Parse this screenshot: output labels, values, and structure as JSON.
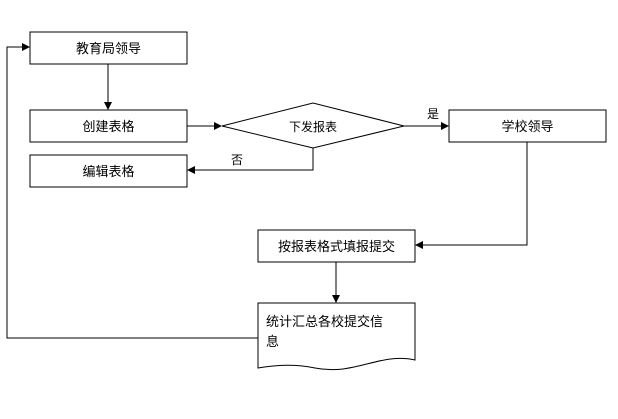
{
  "nodes": {
    "edu_leader": "教育局领导",
    "create_form": "创建表格",
    "edit_form": "编辑表格",
    "issue_form": "下发报表",
    "school_leader": "学校领导",
    "fill_submit": "按报表格式填报提交",
    "summary_line1": "统计汇总各校提交信",
    "summary_line2": "息"
  },
  "edges": {
    "yes": "是",
    "no": "否"
  }
}
